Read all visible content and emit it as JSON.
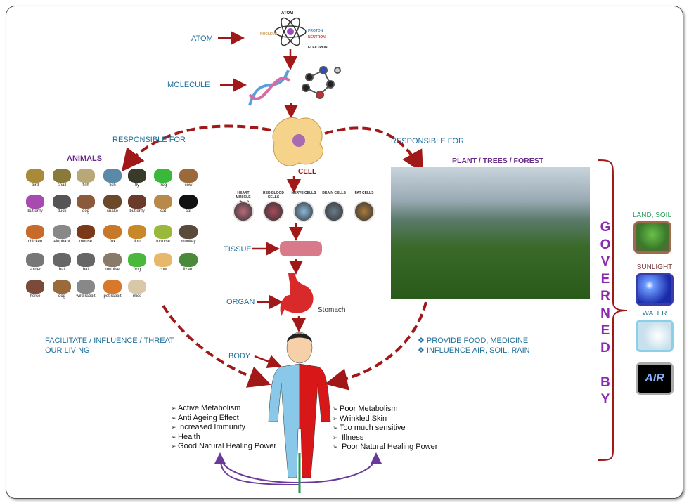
{
  "hierarchy": {
    "atom": "ATOM",
    "molecule": "MOLECULE",
    "cell": "CELL",
    "tissue": "TISSUE",
    "organ": "ORGAN",
    "organ_name": "Stomach",
    "body": "BODY"
  },
  "atom_image": {
    "title": "ATOM",
    "labels": [
      "NUCLEUS",
      "PROTON",
      "NEUTRON",
      "ELECTRON"
    ]
  },
  "responsible_left": "RESPONSIBLE   FOR",
  "responsible_right": "RESPONSIBLE   FOR",
  "cell_types": [
    "HEART MUSCLE CELLS",
    "RED BLOOD CELLS",
    "NERVE CELLS",
    "BRAIN CELLS",
    "FAT CELLS"
  ],
  "animals": {
    "title": "ANIMALS",
    "rows": [
      [
        "bird",
        "snail",
        "fish",
        "fish",
        "fly",
        "frog",
        "cow"
      ],
      [
        "butterfly",
        "duck",
        "dog",
        "snake",
        "butterfly",
        "cat",
        "cat"
      ],
      [
        "chicken",
        "elephant",
        "mouse",
        "fox",
        "lion",
        "tortoise",
        "monkey"
      ],
      [
        "spider",
        "bat",
        "bat",
        "tortoise",
        "frog",
        "cow",
        "lizard"
      ],
      [
        "horse",
        "dog",
        "wild rabbit",
        "pet rabbit",
        "mice"
      ]
    ]
  },
  "plants": {
    "title_1": "PLANT",
    "sep_1": " / ",
    "title_2": "TREES",
    "sep_2": " / ",
    "title_3": "FOREST"
  },
  "animal_effect": [
    "FACILITATE  / INFLUENCE  / THREAT",
    "OUR LIVING"
  ],
  "plant_effect": [
    "❖ PROVIDE  FOOD, MEDICINE",
    "❖ INFLUENCE  AIR, SOIL, RAIN"
  ],
  "good_effects": [
    "Active Metabolism",
    "Anti Ageing Effect",
    "Increased Immunity",
    "Health",
    "Good Natural Healing Power"
  ],
  "bad_effects": [
    "Poor Metabolism",
    "Wrinkled Skin",
    "Too much sensitive",
    " Illness",
    " Poor Natural Healing Power"
  ],
  "governed_by": [
    "G",
    "O",
    "V",
    "E",
    "R",
    "N",
    "E",
    "D",
    "",
    "B",
    "Y"
  ],
  "elements": [
    {
      "label": "LAND, SOIL",
      "color": "#2a9a5a"
    },
    {
      "label": "SUNLIGHT",
      "color": "#7a3a3a"
    },
    {
      "label": "WATER",
      "color": "#1f6f9a"
    },
    {
      "label": "",
      "tile_text": "AIR"
    }
  ],
  "colors": {
    "arrow": "#a01818",
    "label": "#1f6f9a",
    "governed": "#8a2ab0",
    "curve": "#6a3a9a",
    "body_good": "#8ac8ea",
    "body_bad": "#d81818"
  }
}
